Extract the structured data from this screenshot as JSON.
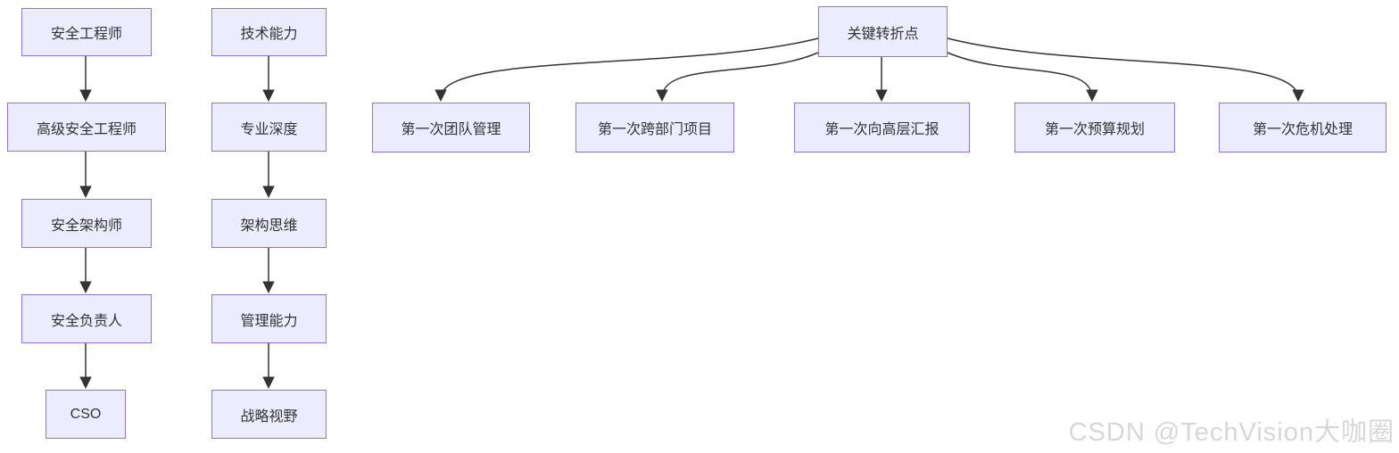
{
  "colors": {
    "node_fill": "#ECECFF",
    "node_border": "#9370DB",
    "edge": "#333333",
    "text": "#333333",
    "watermark": "#d7d7d7"
  },
  "diagram": {
    "career": {
      "nodes": [
        "安全工程师",
        "高级安全工程师",
        "安全架构师",
        "安全负责人",
        "CSO"
      ],
      "edges": [
        {
          "from": "安全工程师",
          "to": "高级安全工程师"
        },
        {
          "from": "高级安全工程师",
          "to": "安全架构师"
        },
        {
          "from": "安全架构师",
          "to": "安全负责人"
        },
        {
          "from": "安全负责人",
          "to": "CSO"
        }
      ]
    },
    "capability": {
      "nodes": [
        "技术能力",
        "专业深度",
        "架构思维",
        "管理能力",
        "战略视野"
      ],
      "edges": [
        {
          "from": "技术能力",
          "to": "专业深度"
        },
        {
          "from": "专业深度",
          "to": "架构思维"
        },
        {
          "from": "架构思维",
          "to": "管理能力"
        },
        {
          "from": "管理能力",
          "to": "战略视野"
        }
      ]
    },
    "turning": {
      "root": "关键转折点",
      "children": [
        "第一次团队管理",
        "第一次跨部门项目",
        "第一次向高层汇报",
        "第一次预算规划",
        "第一次危机处理"
      ]
    }
  },
  "watermark": {
    "text": "CSDN @TechVision大咖圈"
  }
}
